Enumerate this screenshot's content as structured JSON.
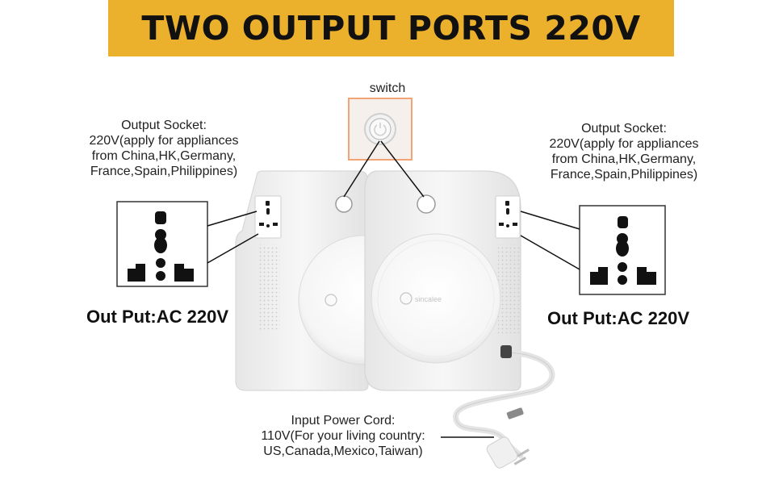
{
  "banner": {
    "title": "TWO OUTPUT PORTS 220V"
  },
  "switch_label": "switch",
  "left_socket": {
    "caption_lines": [
      "Output Socket:",
      "220V(apply for appliances",
      "from China,HK,Germany,",
      "France,Spain,Philippines)"
    ],
    "output_label": "Out Put:AC 220V"
  },
  "right_socket": {
    "caption_lines": [
      "Output Socket:",
      "220V(apply for appliances",
      "from China,HK,Germany,",
      "France,Spain,Philippines)"
    ],
    "output_label": "Out Put:AC 220V"
  },
  "power_cord": {
    "caption_lines": [
      "Input Power Cord:",
      "110V(For your living country:",
      "US,Canada,Mexico,Taiwan)"
    ]
  },
  "device": {
    "brand_text": "sincalee"
  },
  "colors": {
    "banner": "#ecb12c",
    "switch_highlight": "#f2a474",
    "device_body": "#f4f4f4",
    "cord_strap": "#888888"
  }
}
